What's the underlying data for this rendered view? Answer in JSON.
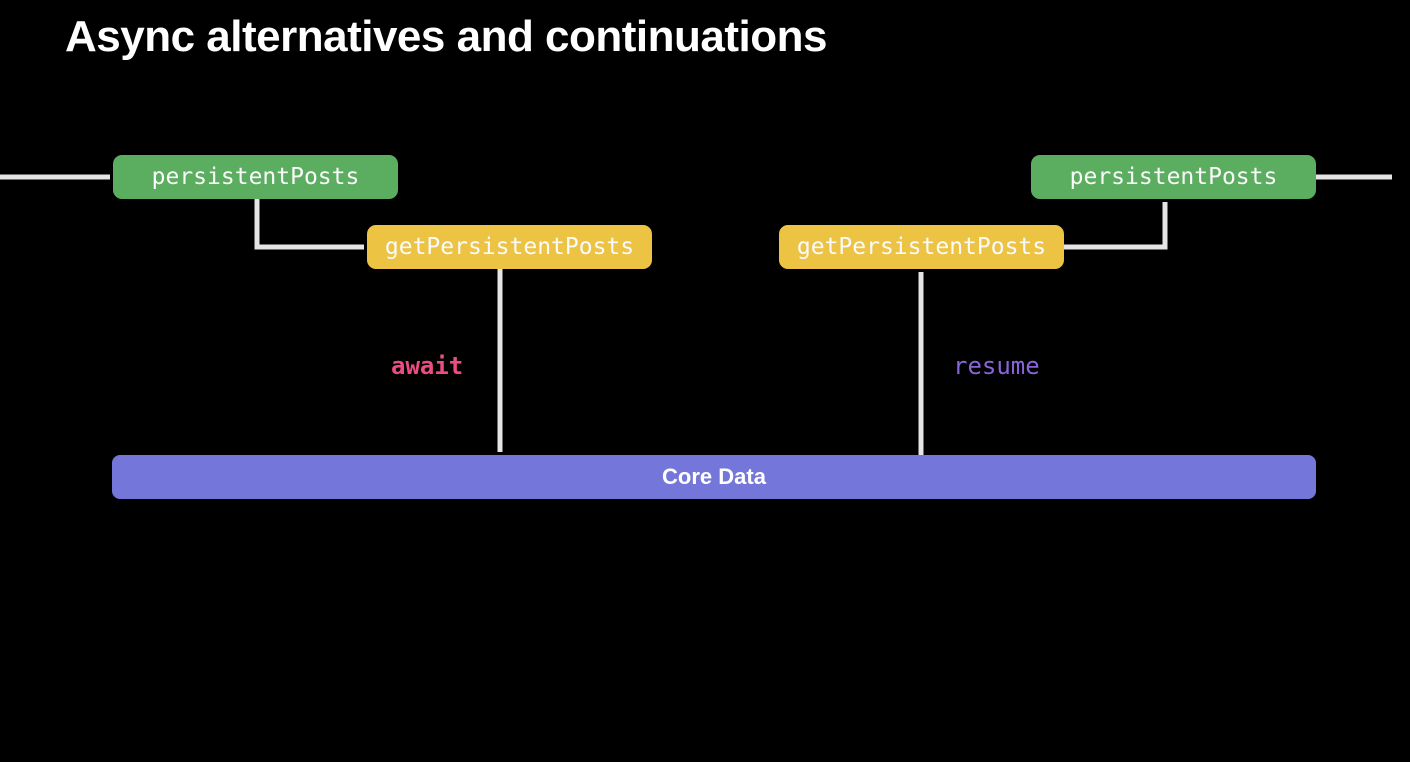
{
  "slide": {
    "title": "Async alternatives and continuations"
  },
  "diagram": {
    "left_flow": {
      "caller_box": "persistentPosts",
      "callee_box": "getPersistentPosts",
      "keyword": "await"
    },
    "right_flow": {
      "callee_box": "getPersistentPosts",
      "caller_box": "persistentPosts",
      "keyword": "resume"
    },
    "core_data": {
      "label": "Core Data"
    }
  },
  "colors": {
    "background": "#000000",
    "green_box": "#5BAD60",
    "yellow_box": "#EDC344",
    "purple_bar": "#7477D9",
    "arrow": "#E5E5E5",
    "box_text": "#FAFAFA",
    "title_text": "#FFFFFF",
    "await_text": "#ED4C81",
    "resume_text": "#8864DB"
  }
}
